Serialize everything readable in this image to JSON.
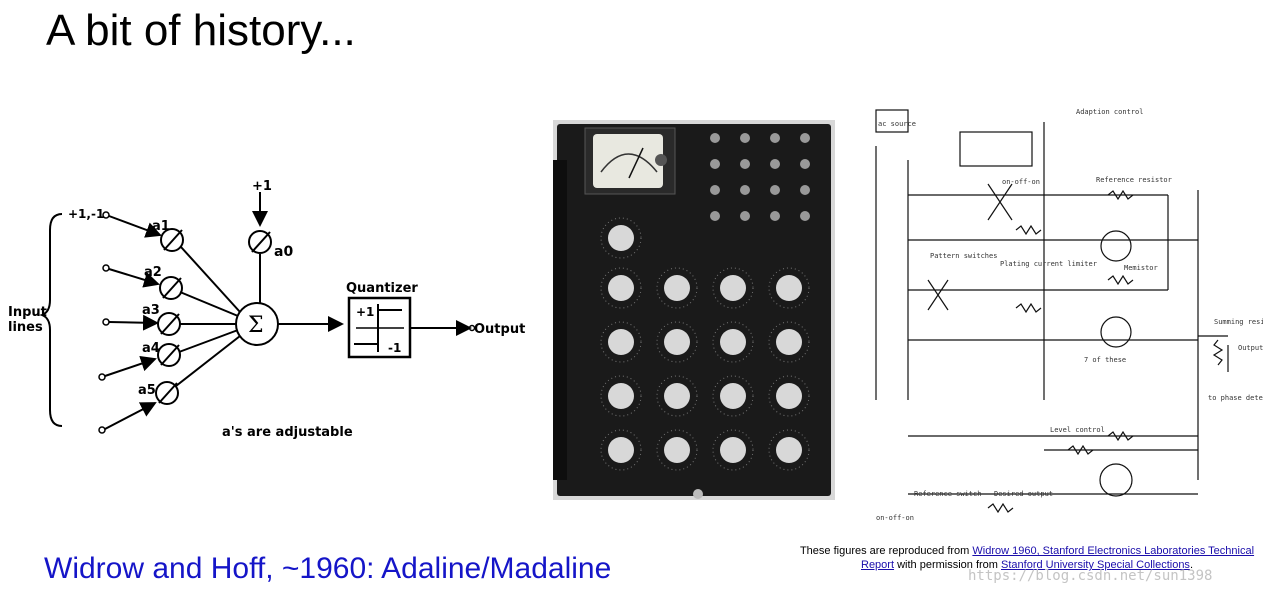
{
  "slide": {
    "title": "A bit of history...",
    "subtitle": "Widrow and Hoff, ~1960: Adaline/Madaline",
    "subtitle_color": "#1515c8"
  },
  "adaline_diagram": {
    "input_lines_label": "Input\nlines",
    "bias_input_label": "+1,-1",
    "bias_label": "+1",
    "bias_weight_label": "a0",
    "weight_labels": [
      "a1",
      "a2",
      "a3",
      "a4",
      "a5"
    ],
    "sum_symbol": "Σ",
    "quantizer_label": "Quantizer",
    "quantizer_plus": "+1",
    "quantizer_minus": "-1",
    "output_label": "Output",
    "note": "a's are adjustable"
  },
  "schematic": {
    "labels": {
      "ac_source": "ac source",
      "adaption_control": "Adaption control",
      "on_off_on_top": "on-off-on",
      "reference_resistor": "Reference resistor",
      "pattern_switches": "Pattern switches",
      "plating_limiter": "Plating current limiter",
      "memistor": "Memistor",
      "summing_resistor": "Summing resistor",
      "output": "Output",
      "seven_of_these": "7 of these",
      "to_phase_detector": "to phase detector",
      "level_control": "Level control",
      "reference_switch": "Reference switch",
      "desired_output": "Desired output",
      "on_off_on_bottom": "on-off-on"
    }
  },
  "credits": {
    "prefix": "These figures are reproduced from ",
    "link1": "Widrow 1960, Stanford Electronics Laboratories Technical Report",
    "middle": " with permission from ",
    "link2": "Stanford University Special Collections",
    "suffix": "."
  },
  "watermark": "https://blog.csdn.net/sun1398"
}
